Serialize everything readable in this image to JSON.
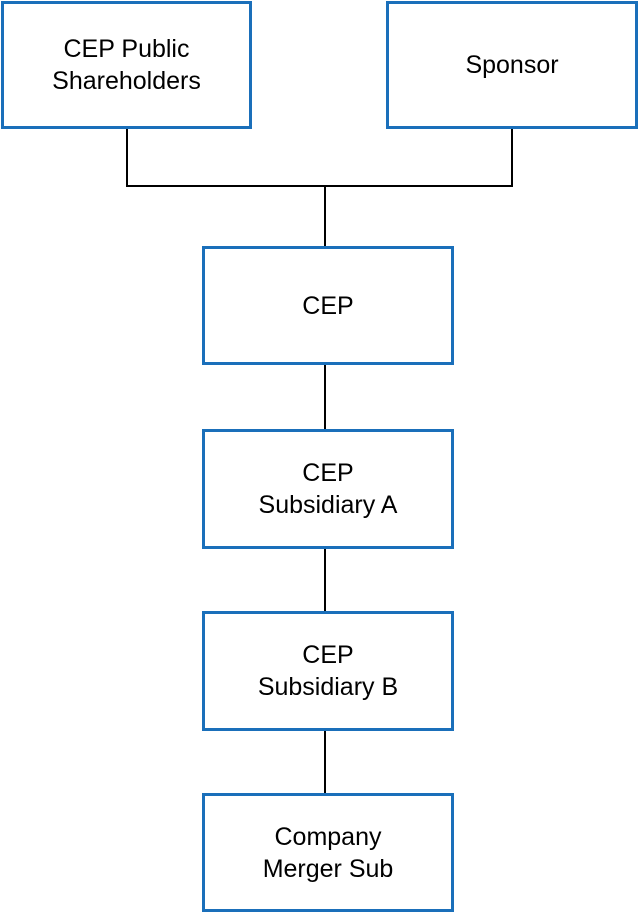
{
  "colors": {
    "box_border": "#1a6fba",
    "connector": "#000000",
    "text": "#000000"
  },
  "diagram": {
    "nodes": {
      "public_shareholders": "CEP Public\nShareholders",
      "sponsor": "Sponsor",
      "cep": "CEP",
      "subsidiary_a": "CEP\nSubsidiary A",
      "subsidiary_b": "CEP\nSubsidiary B",
      "company_merger_sub": "Company\nMerger Sub"
    },
    "edges": [
      {
        "from": "public_shareholders",
        "to": "cep"
      },
      {
        "from": "sponsor",
        "to": "cep"
      },
      {
        "from": "cep",
        "to": "subsidiary_a"
      },
      {
        "from": "subsidiary_a",
        "to": "subsidiary_b"
      },
      {
        "from": "subsidiary_b",
        "to": "company_merger_sub"
      }
    ]
  }
}
